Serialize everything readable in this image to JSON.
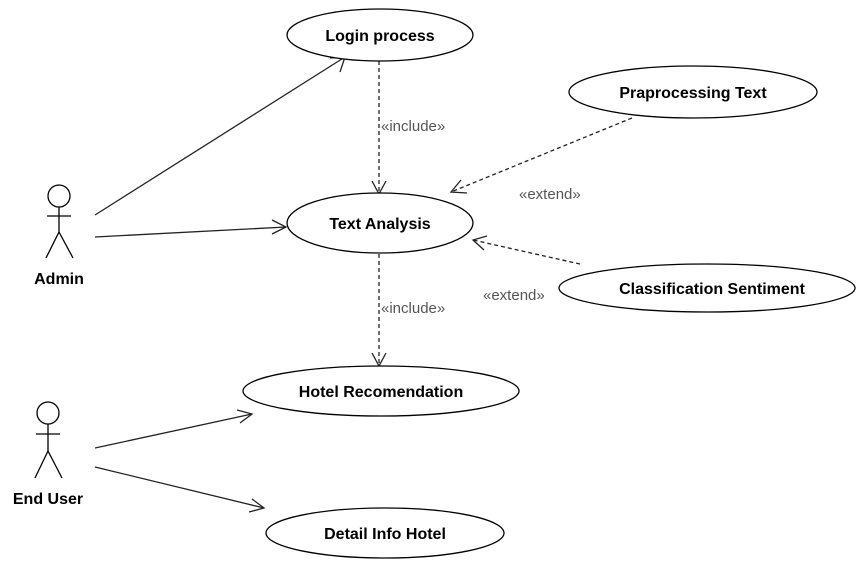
{
  "actors": {
    "admin": "Admin",
    "end_user": "End User"
  },
  "use_cases": {
    "login": "Login process",
    "text_analysis": "Text Analysis",
    "preprocessing": "Praprocessing Text",
    "classification": "Classification Sentiment",
    "hotel_recommendation": "Hotel Recomendation",
    "detail_info": "Detail Info Hotel"
  },
  "relations": {
    "include_login": "«include»",
    "include_hotel": "«include»",
    "extend_preprocessing": "«extend»",
    "extend_classification": "«extend»"
  }
}
